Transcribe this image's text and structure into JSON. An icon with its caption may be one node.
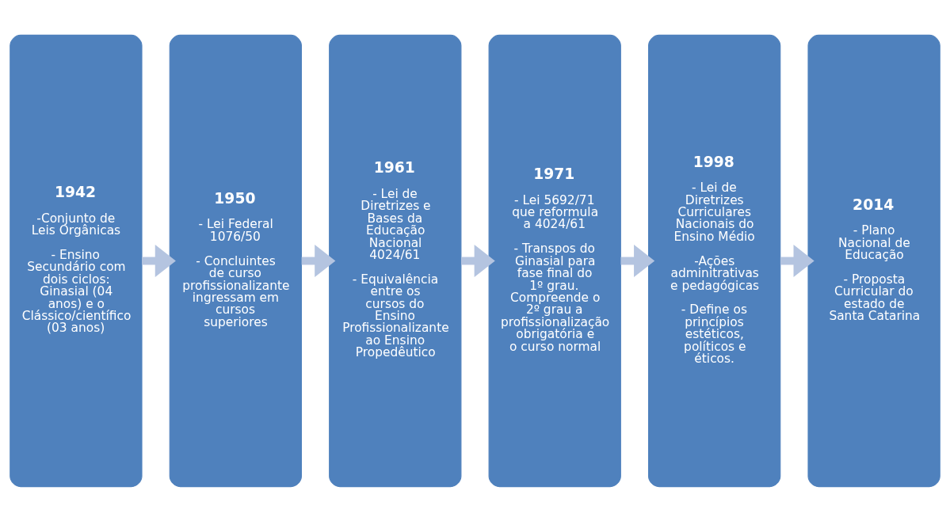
{
  "diagram": {
    "nodes": [
      {
        "text": [
          "1942",
          "-Conjunto de Leis Orgânicas",
          "- Ensino Secundário com dois ciclos: Ginasial (04 anos) e o Clássico/científico (03 anos)"
        ]
      },
      {
        "text": [
          "1950",
          "- Lei Federal 1076/50",
          "- Concluintes de curso profissionalizante ingressam em cursos superiores"
        ]
      },
      {
        "text": [
          "1961",
          "- Lei de Diretrizes e Bases da Educação Nacional 4024/61",
          "- Equivalência entre os cursos do Ensino Profissionalizante ao Ensino Propedêutico"
        ]
      },
      {
        "text": [
          "1971",
          "- Lei 5692/71 que reformula a 4024/61",
          "- Transpos do Ginasial para fase final do 1º grau. Compreende o 2º grau a profissionalização obrigatória e o curso normal"
        ]
      },
      {
        "text": [
          "1998",
          "- Lei de Diretrizes Curriculares Nacionais do Ensino Médio",
          "-Ações adminitrativas e pedagógicas",
          "- Define os princípios estéticos, políticos e éticos."
        ]
      },
      {
        "text": [
          "2014",
          "- Plano Nacional de Educação",
          "- Proposta Curricular do estado de Santa Catarina"
        ]
      }
    ],
    "edges": [
      {
        "from": 0,
        "to": 1,
        "arrow": "to"
      },
      {
        "from": 1,
        "to": 2,
        "arrow": "to"
      },
      {
        "from": 2,
        "to": 3,
        "arrow": "to"
      },
      {
        "from": 3,
        "to": 4,
        "arrow": "to"
      },
      {
        "from": 4,
        "to": 5,
        "arrow": "to"
      }
    ]
  }
}
